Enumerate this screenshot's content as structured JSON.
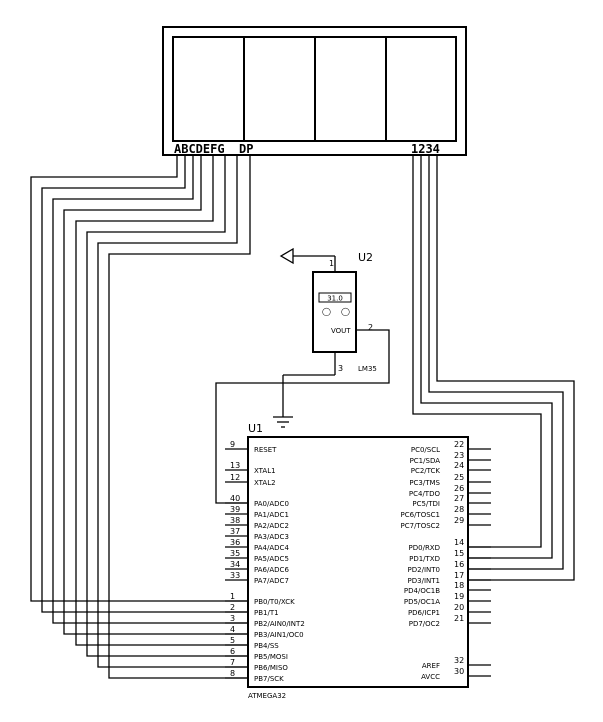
{
  "display": {
    "segment_label": "ABCDEFG  DP",
    "digit_label": "1234"
  },
  "u2": {
    "ref": "U2",
    "part": "LM35",
    "reading": "31.0",
    "vout_label": "VOUT",
    "pin_vcc": "1",
    "pin_vout": "2",
    "pin_gnd": "3",
    "button_left": "◯",
    "button_right": "◯"
  },
  "u1": {
    "ref": "U1",
    "part": "ATMEGA32",
    "left_pins": [
      {
        "name": "RESET",
        "num": "9"
      },
      {
        "name": "XTAL1",
        "num": "13"
      },
      {
        "name": "XTAL2",
        "num": "12"
      },
      {
        "name": "PA0/ADC0",
        "num": "40"
      },
      {
        "name": "PA1/ADC1",
        "num": "39"
      },
      {
        "name": "PA2/ADC2",
        "num": "38"
      },
      {
        "name": "PA3/ADC3",
        "num": "37"
      },
      {
        "name": "PA4/ADC4",
        "num": "36"
      },
      {
        "name": "PA5/ADC5",
        "num": "35"
      },
      {
        "name": "PA6/ADC6",
        "num": "34"
      },
      {
        "name": "PA7/ADC7",
        "num": "33"
      },
      {
        "name": "PB0/T0/XCK",
        "num": "1"
      },
      {
        "name": "PB1/T1",
        "num": "2"
      },
      {
        "name": "PB2/AIN0/INT2",
        "num": "3"
      },
      {
        "name": "PB3/AIN1/OC0",
        "num": "4"
      },
      {
        "name": "PB4/SS",
        "num": "5"
      },
      {
        "name": "PB5/MOSI",
        "num": "6"
      },
      {
        "name": "PB6/MISO",
        "num": "7"
      },
      {
        "name": "PB7/SCK",
        "num": "8"
      }
    ],
    "right_pins": [
      {
        "name": "PC0/SCL",
        "num": "22"
      },
      {
        "name": "PC1/SDA",
        "num": "23"
      },
      {
        "name": "PC2/TCK",
        "num": "24"
      },
      {
        "name": "PC3/TMS",
        "num": "25"
      },
      {
        "name": "PC4/TDO",
        "num": "26"
      },
      {
        "name": "PC5/TDI",
        "num": "27"
      },
      {
        "name": "PC6/TOSC1",
        "num": "28"
      },
      {
        "name": "PC7/TOSC2",
        "num": "29"
      },
      {
        "name": "PD0/RXD",
        "num": "14"
      },
      {
        "name": "PD1/TXD",
        "num": "15"
      },
      {
        "name": "PD2/INT0",
        "num": "16"
      },
      {
        "name": "PD3/INT1",
        "num": "17"
      },
      {
        "name": "PD4/OC1B",
        "num": "18"
      },
      {
        "name": "PD5/OC1A",
        "num": "19"
      },
      {
        "name": "PD6/ICP1",
        "num": "20"
      },
      {
        "name": "PD7/OC2",
        "num": "21"
      },
      {
        "name": "AREF",
        "num": "32"
      },
      {
        "name": "AVCC",
        "num": "30"
      }
    ]
  }
}
